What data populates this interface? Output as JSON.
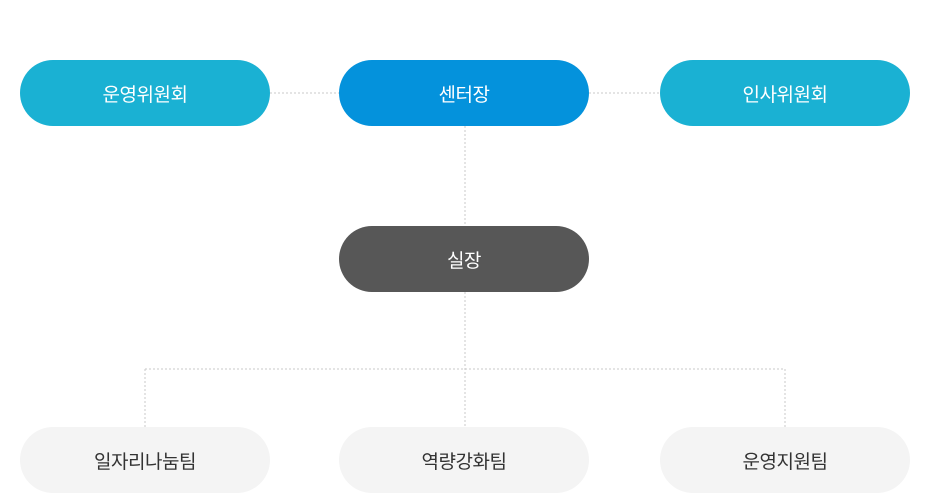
{
  "org_chart": {
    "top_row": {
      "left_committee": "운영위원회",
      "director": "센터장",
      "right_committee": "인사위원회"
    },
    "middle": {
      "manager": "실장"
    },
    "teams": [
      {
        "label": "일자리나눔팀"
      },
      {
        "label": "역량강화팀"
      },
      {
        "label": "운영지원팀"
      }
    ]
  },
  "colors": {
    "committee": "#1ab1d3",
    "director": "#0492dc",
    "manager": "#575757",
    "team": "#f4f4f4",
    "team_text": "#333333",
    "connector": "#c8c8c8"
  }
}
